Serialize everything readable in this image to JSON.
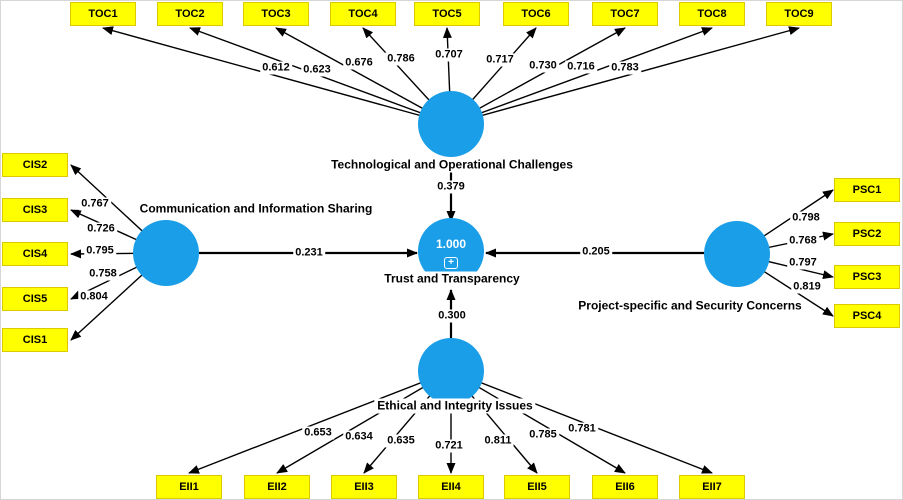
{
  "colors": {
    "construct_fill": "#1A9EE8",
    "indicator_fill": "#FFFF00",
    "indicator_border": "#DDC900",
    "line": "#000000",
    "canvas_bg": "#FFFFFF"
  },
  "constructs": {
    "toc": {
      "label": "Technological and Operational Challenges"
    },
    "cis": {
      "label": "Communication and Information Sharing"
    },
    "psc": {
      "label": "Project-specific and Security Concerns"
    },
    "eii": {
      "label": "Ethical and Integrity Issues"
    },
    "trust": {
      "label": "Trust and Transparency",
      "r_squared": "1.000",
      "expand_glyph": "+"
    }
  },
  "paths": {
    "toc_trust": "0.379",
    "cis_trust": "0.231",
    "psc_trust": "0.205",
    "eii_trust": "0.300"
  },
  "indicators": {
    "toc": [
      {
        "label": "TOC1",
        "loading": "0.612"
      },
      {
        "label": "TOC2",
        "loading": "0.623"
      },
      {
        "label": "TOC3",
        "loading": "0.676"
      },
      {
        "label": "TOC4",
        "loading": "0.786"
      },
      {
        "label": "TOC5",
        "loading": "0.707"
      },
      {
        "label": "TOC6",
        "loading": "0.717"
      },
      {
        "label": "TOC7",
        "loading": "0.730"
      },
      {
        "label": "TOC8",
        "loading": "0.716"
      },
      {
        "label": "TOC9",
        "loading": "0.783"
      }
    ],
    "cis": [
      {
        "label": "CIS2",
        "loading": "0.767"
      },
      {
        "label": "CIS3",
        "loading": "0.726"
      },
      {
        "label": "CIS4",
        "loading": "0.795"
      },
      {
        "label": "CIS5",
        "loading": "0.758"
      },
      {
        "label": "CIS1",
        "loading": "0.804"
      }
    ],
    "psc": [
      {
        "label": "PSC1",
        "loading": "0.798"
      },
      {
        "label": "PSC2",
        "loading": "0.768"
      },
      {
        "label": "PSC3",
        "loading": "0.797"
      },
      {
        "label": "PSC4",
        "loading": "0.819"
      }
    ],
    "eii": [
      {
        "label": "EII1",
        "loading": "0.653"
      },
      {
        "label": "EII2",
        "loading": "0.634"
      },
      {
        "label": "EII3",
        "loading": "0.635"
      },
      {
        "label": "EII4",
        "loading": "0.721"
      },
      {
        "label": "EII5",
        "loading": "0.811"
      },
      {
        "label": "EII6",
        "loading": "0.785"
      },
      {
        "label": "EII7",
        "loading": "0.781"
      }
    ]
  }
}
